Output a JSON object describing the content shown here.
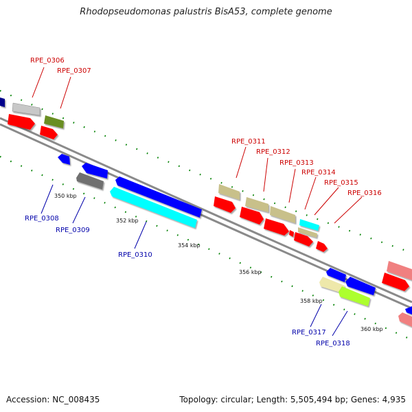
{
  "title": "Rhodopseudomonas palustris BisA53, complete genome",
  "footer": {
    "accession": "Accession: NC_008435",
    "topology": "Topology: circular; Length: 5,505,494 bp; Genes: 4,935"
  },
  "scale_labels": [
    "350 kbp",
    "352 kbp",
    "354 kbp",
    "356 kbp",
    "358 kbp",
    "360 kbp"
  ],
  "gene_labels_forward": [
    "RPE_0306",
    "RPE_0307",
    "RPE_0311",
    "RPE_0312",
    "RPE_0313",
    "RPE_0314",
    "RPE_0315",
    "RPE_0316"
  ],
  "gene_labels_reverse": [
    "RPE_0308",
    "RPE_0309",
    "RPE_0310",
    "RPE_0317",
    "RPE_0318"
  ],
  "colors": {
    "forward_label": "#cc0000",
    "reverse_label": "#0000aa",
    "backbone": "#808080",
    "tick": "#008000",
    "cds_red": "#ff0000",
    "cds_blue": "#0000ff",
    "cds_cyan": "#00ffff",
    "cds_khaki": "#c8c08a",
    "cds_gray": "#c8c8c8",
    "cds_darkgray": "#707070",
    "cds_olive": "#6b8e23",
    "cds_palegold": "#eee8aa",
    "cds_lightgreen": "#adff2f",
    "cds_pink": "#f08080"
  }
}
